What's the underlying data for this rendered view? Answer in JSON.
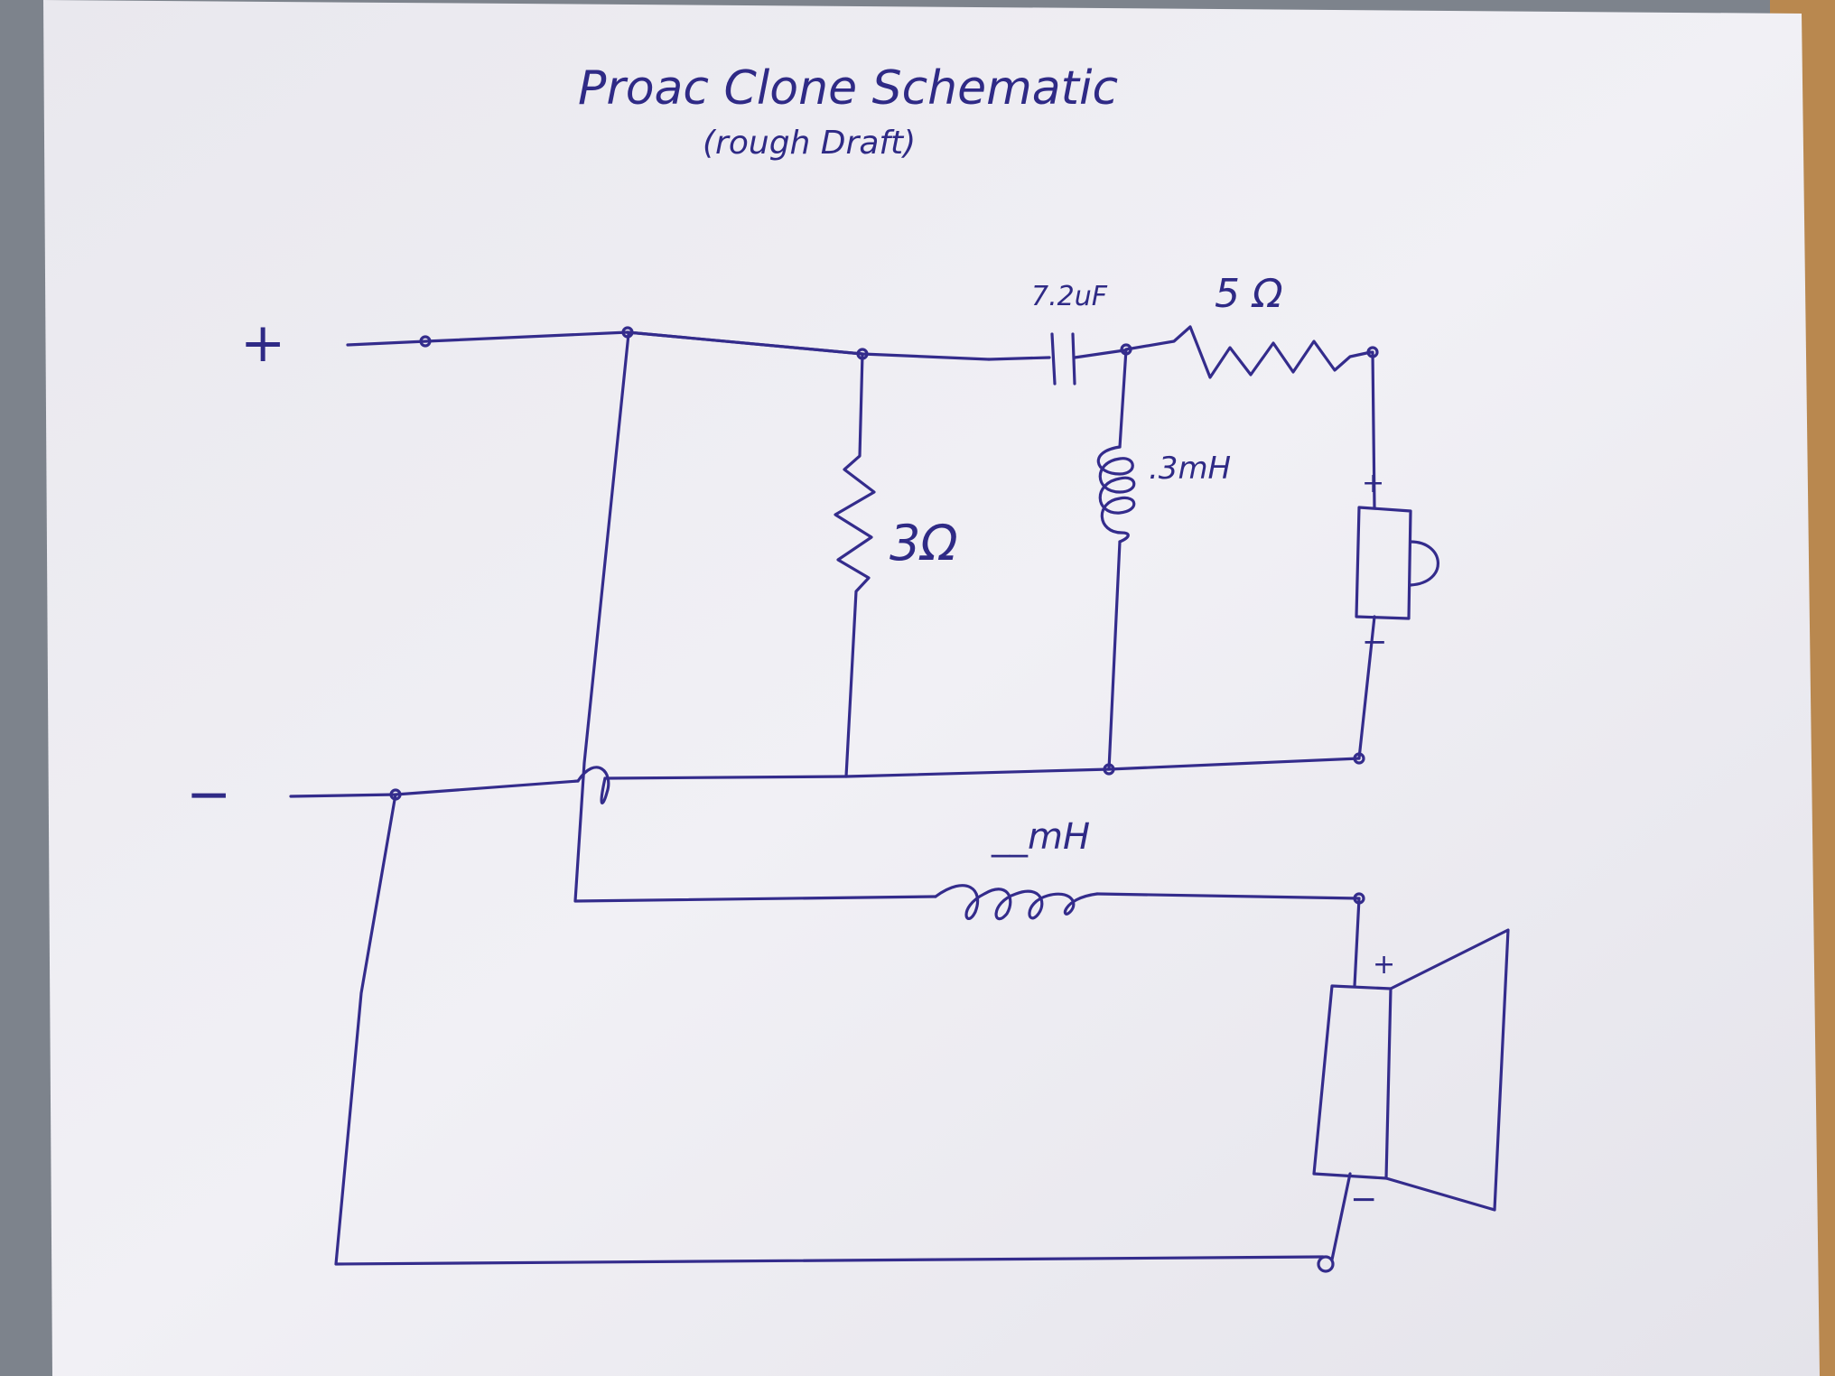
{
  "title": "Proac Clone Schematic",
  "subtitle": "(rough Draft)",
  "terminals": {
    "positive": "+",
    "negative": "−"
  },
  "components": {
    "capacitor_label": "7.2uF",
    "series_resistor_label": "5 Ω",
    "shunt_resistor_label": "3Ω",
    "tweeter_inductor_label": ".3mH",
    "woofer_inductor_label": "__mH"
  },
  "drivers": {
    "tweeter_plus": "+",
    "tweeter_minus": "−",
    "woofer_plus": "+",
    "woofer_minus": "−"
  },
  "colors": {
    "ink": "#342c8c",
    "paper": "#f1f0f4",
    "background": "#8a8f96"
  }
}
